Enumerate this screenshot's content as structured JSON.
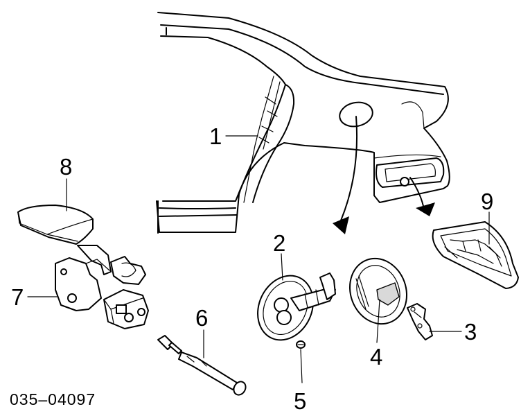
{
  "diagram": {
    "callouts": [
      {
        "id": "1",
        "label": "1"
      },
      {
        "id": "2",
        "label": "2"
      },
      {
        "id": "3",
        "label": "3"
      },
      {
        "id": "4",
        "label": "4"
      },
      {
        "id": "5",
        "label": "5"
      },
      {
        "id": "6",
        "label": "6"
      },
      {
        "id": "7",
        "label": "7"
      },
      {
        "id": "8",
        "label": "8"
      },
      {
        "id": "9",
        "label": "9"
      }
    ],
    "reference_code": "035–04097"
  }
}
